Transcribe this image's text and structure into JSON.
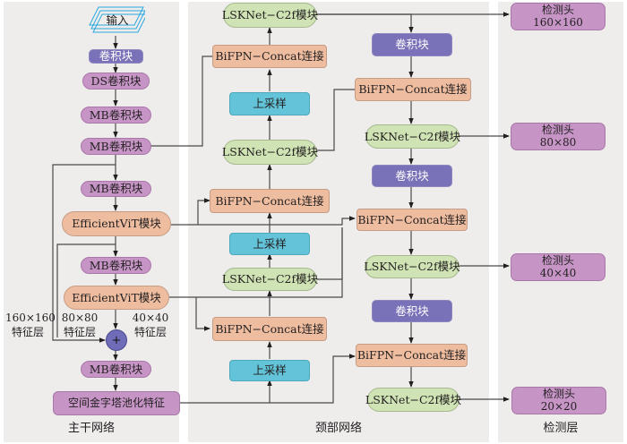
{
  "panels": {
    "backbone": "主干网络",
    "neck": "颈部网络",
    "detect": "检测层"
  },
  "backbone": {
    "input": "输入",
    "conv": "卷积块",
    "ds_conv": "DS卷积块",
    "mb1": "MB卷积块",
    "mb2": "MB卷积块",
    "mb3": "MB卷积块",
    "evit1": "EfficientViT模块",
    "mb4": "MB卷积块",
    "evit2": "EfficientViT模块",
    "plus": "+",
    "mb5": "MB卷积块",
    "spp": "空间金字塔池化特征",
    "feat_160": [
      "160×160",
      "特征层"
    ],
    "feat_80": [
      "80×80",
      "特征层"
    ],
    "feat_40": [
      "40×40",
      "特征层"
    ]
  },
  "neck": {
    "left": {
      "lsk_top": "LSKNet−C2f模块",
      "bifpn1": "BiFPN−Concat连接",
      "up1": "上采样",
      "lsk2": "LSKNet−C2f模块",
      "bifpn2": "BiFPN−Concat连接",
      "up2": "上采样",
      "lsk3": "LSKNet−C2f模块",
      "bifpn3": "BiFPN−Concat连接",
      "up3": "上采样"
    },
    "right": {
      "conv1": "卷积块",
      "bifpn1": "BiFPN−Concat连接",
      "lsk1": "LSKNet−C2f模块",
      "conv2": "卷积块",
      "bifpn2": "BiFPN−Concat连接",
      "lsk2": "LSKNet−C2f模块",
      "conv3": "卷积块",
      "bifpn3": "BiFPN−Concat连接",
      "lsk3": "LSKNet−C2f模块"
    }
  },
  "detect": {
    "heads": [
      {
        "title": "检测头",
        "size": "160×160"
      },
      {
        "title": "检测头",
        "size": "80×80"
      },
      {
        "title": "检测头",
        "size": "40×40"
      },
      {
        "title": "检测头",
        "size": "20×20"
      }
    ]
  }
}
